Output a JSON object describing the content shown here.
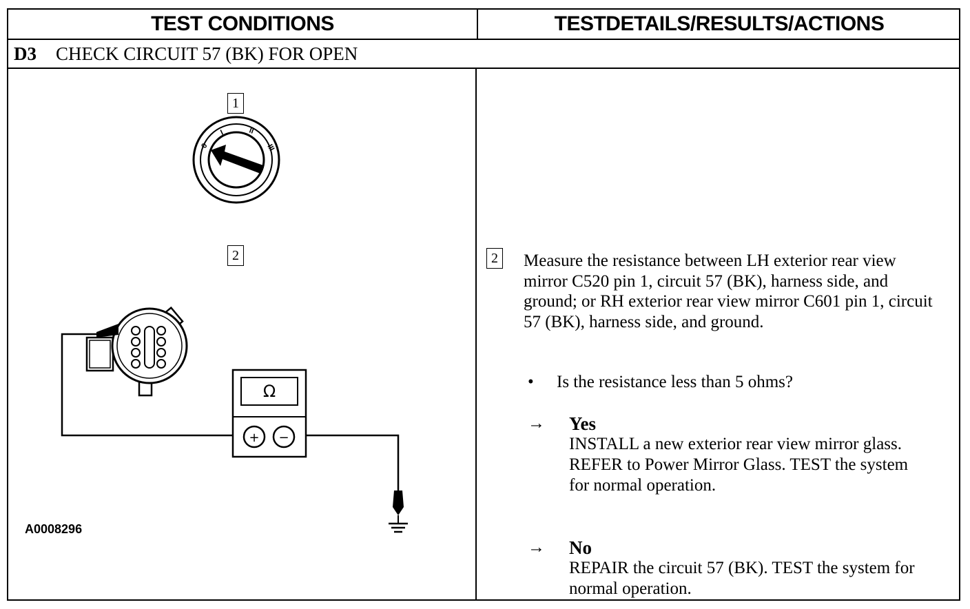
{
  "header": {
    "left": "TEST CONDITIONS",
    "right": "TESTDETAILS/RESULTS/ACTIONS"
  },
  "section": {
    "code": "D3",
    "title": "CHECK CIRCUIT 57 (BK) FOR OPEN"
  },
  "diagram": {
    "step1": "1",
    "step2": "2",
    "switch_positions": [
      "0",
      "I",
      "II",
      "III"
    ],
    "meter_symbol": "Ω",
    "plus": "+",
    "minus": "−",
    "figure_id": "A0008296"
  },
  "details": {
    "step": "2",
    "instruction": "Measure the resistance between LH exterior rear view mirror C520 pin 1, circuit 57 (BK), harness side, and ground; or RH exterior rear view mirror C601 pin 1, circuit 57 (BK), harness side, and ground.",
    "bullet": "•",
    "question": "Is the resistance less than 5 ohms?",
    "arrow": "→",
    "yes_label": "Yes",
    "yes_text": "INSTALL a new exterior rear view mirror glass. REFER to Power Mirror Glass. TEST the system for normal operation.",
    "no_label": "No",
    "no_text": "REPAIR the circuit 57 (BK). TEST the system for normal operation."
  }
}
